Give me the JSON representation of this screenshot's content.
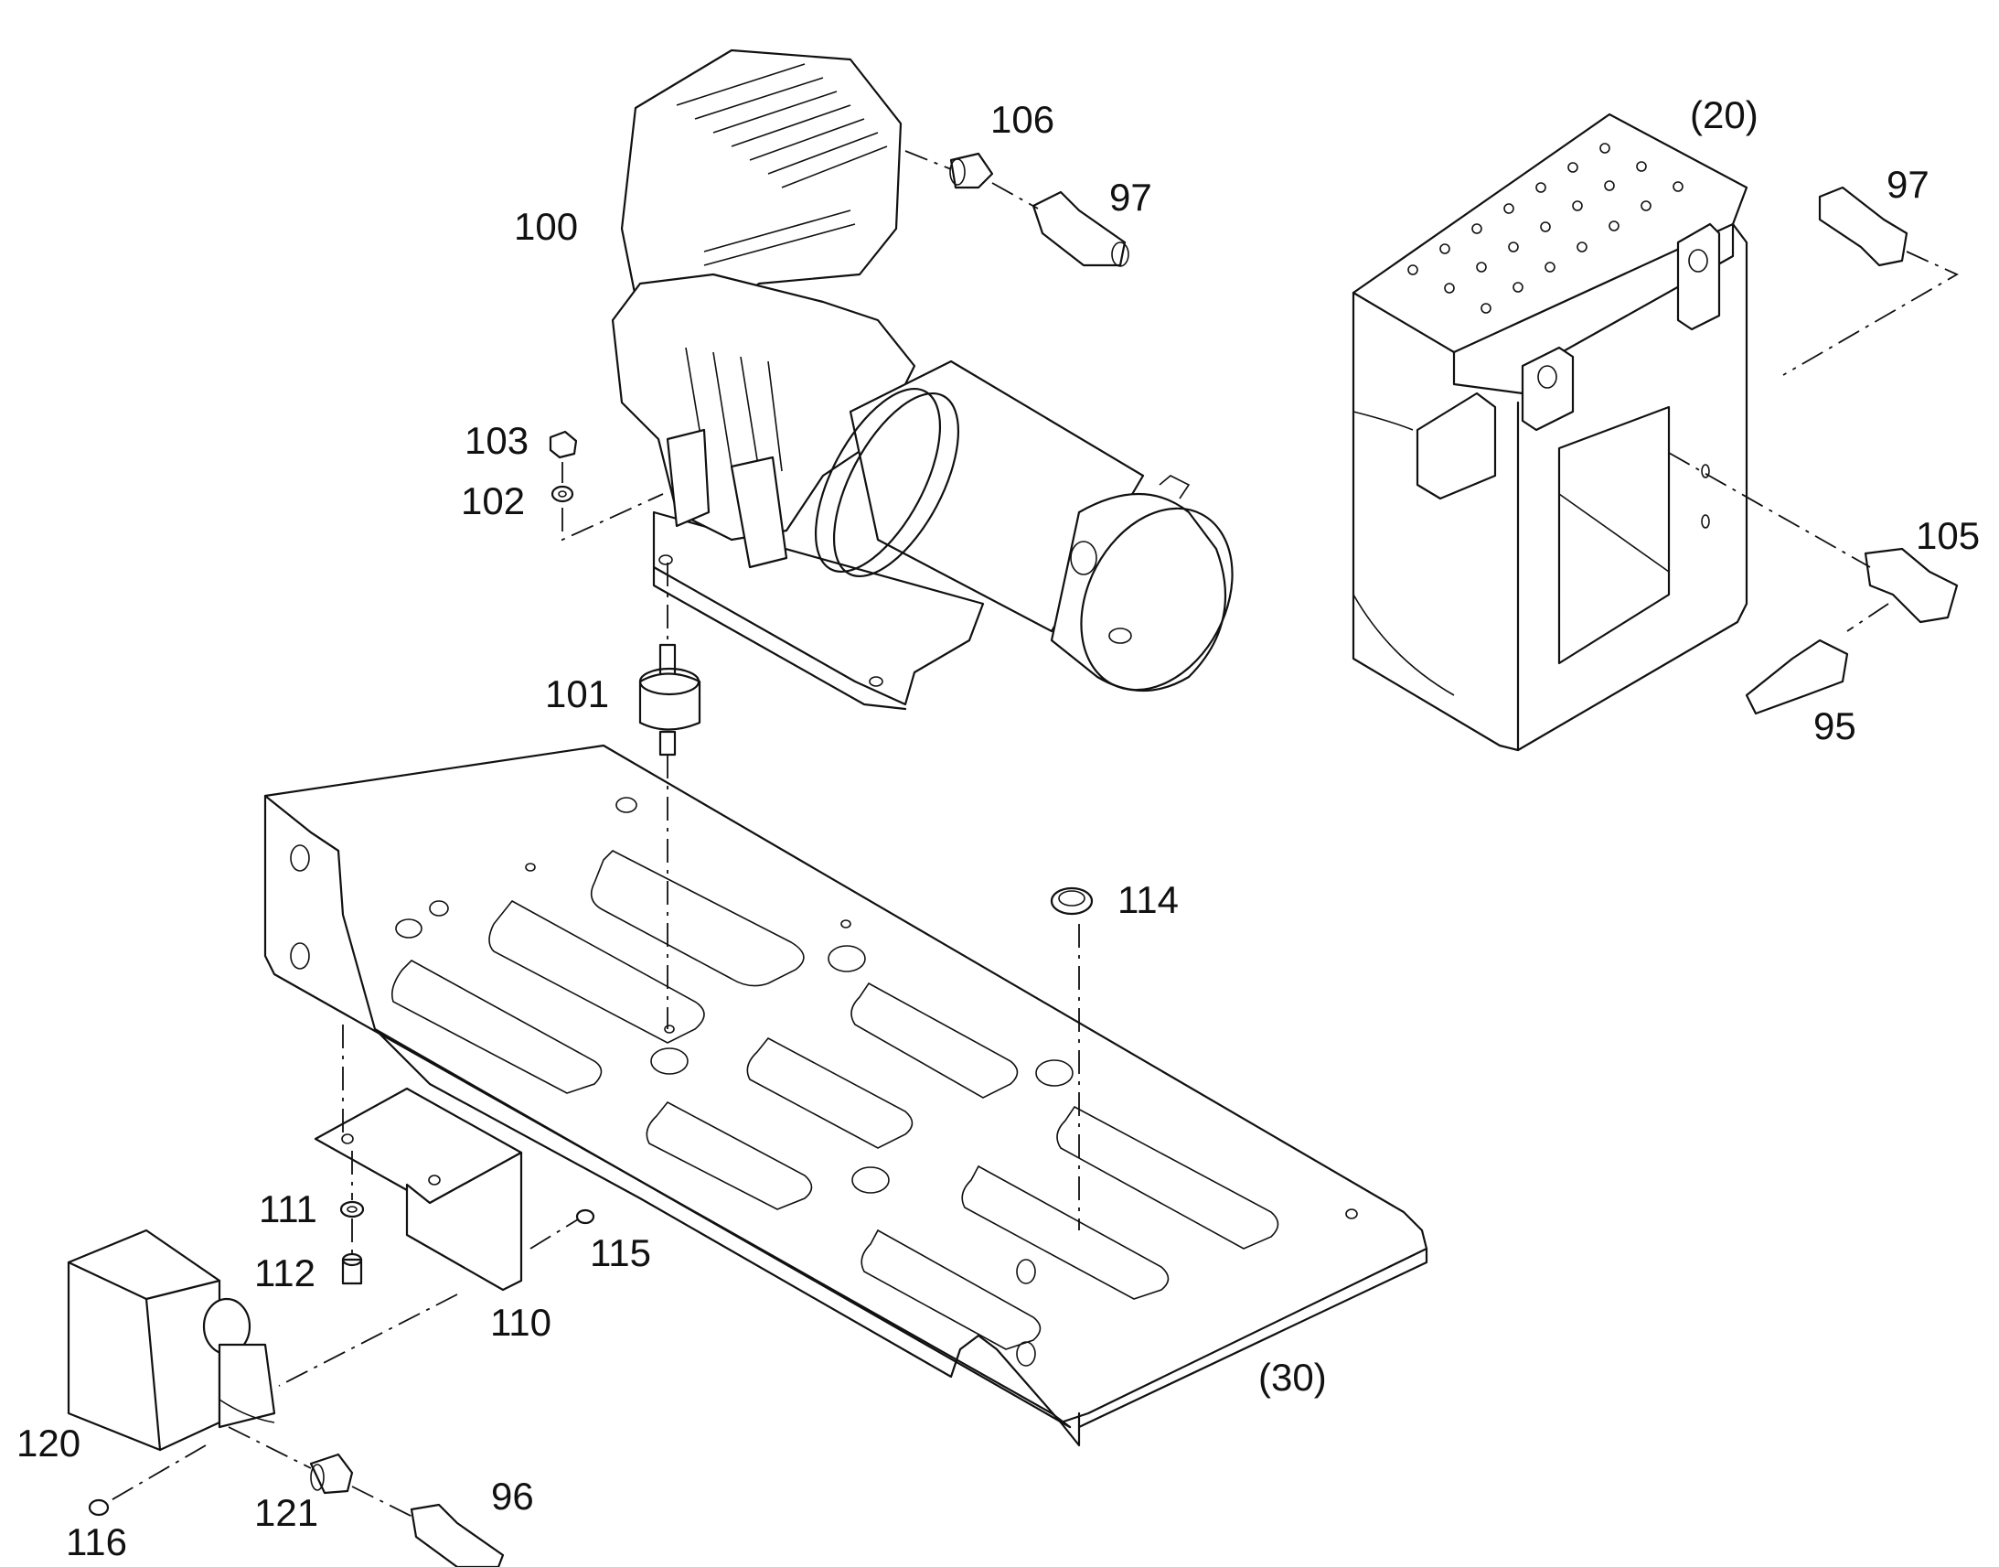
{
  "diagram": {
    "labels": {
      "p100": "100",
      "p106": "106",
      "p97a": "97",
      "p20": "(20)",
      "p97b": "97",
      "p103": "103",
      "p102": "102",
      "p105": "105",
      "p101": "101",
      "p95": "95",
      "p114": "114",
      "p111": "111",
      "p112": "112",
      "p115": "115",
      "p110": "110",
      "p30": "(30)",
      "p120": "120",
      "p121": "121",
      "p96": "96",
      "p116": "116"
    }
  }
}
